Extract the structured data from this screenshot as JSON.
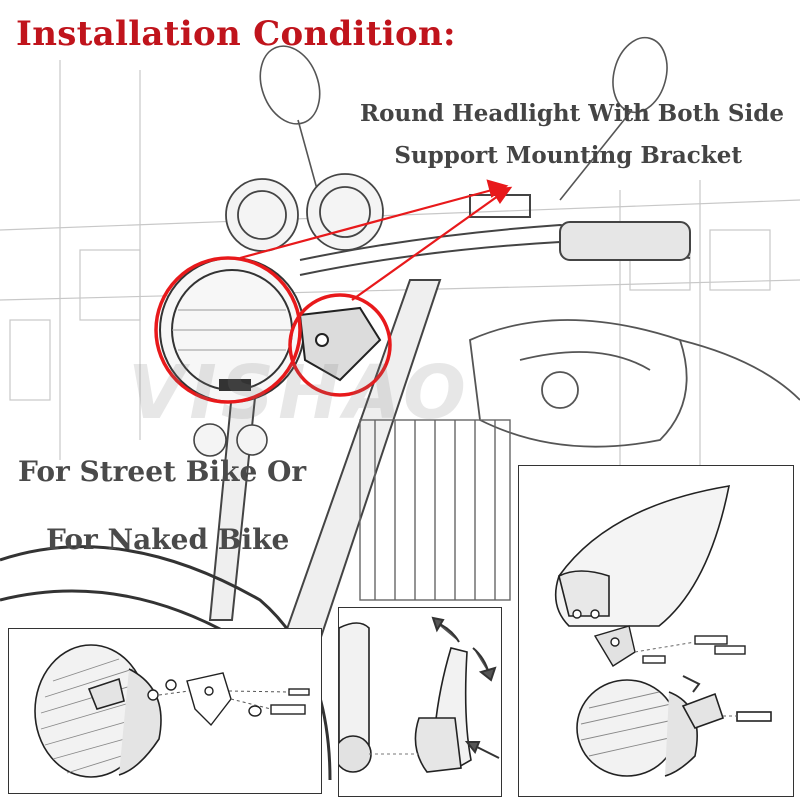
{
  "title": "Installation Condition:",
  "callout": {
    "line1": "Round Headlight With Both Side",
    "line2": "Support Mounting Bracket"
  },
  "usage": {
    "line1": "For Street Bike Or",
    "line2": "For Naked Bike"
  },
  "watermark": "VISHAO",
  "colors": {
    "title": "#c0141c",
    "callout_text": "#444444",
    "usage_text": "#4a4a4a",
    "highlight": "#e8191b",
    "line_art": "#333333"
  }
}
